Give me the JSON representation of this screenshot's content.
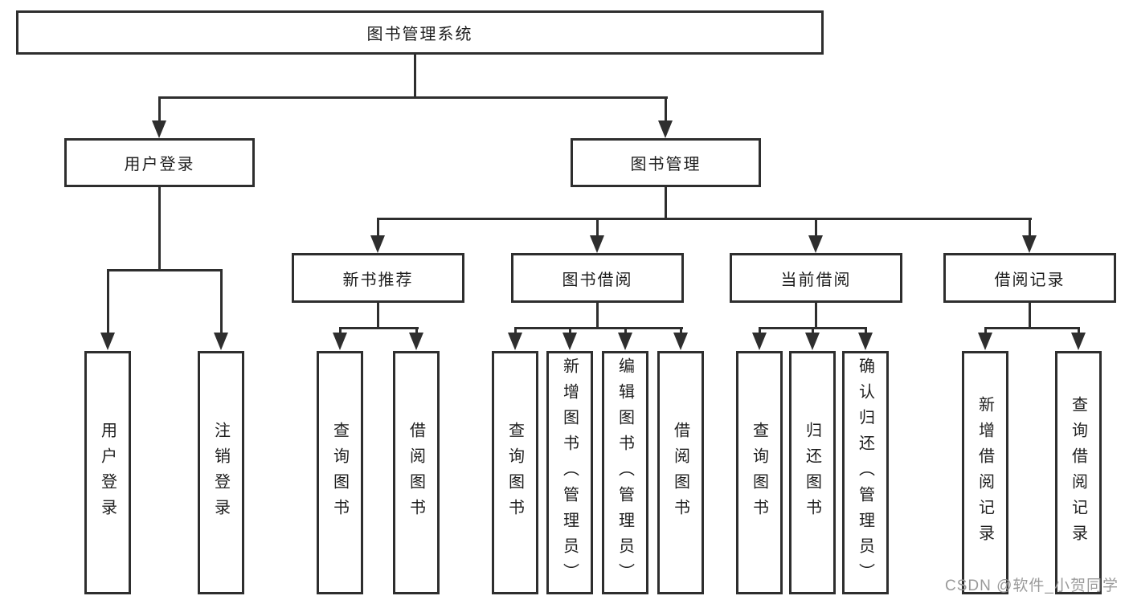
{
  "diagram": {
    "root": "图书管理系统",
    "user_login_branch": {
      "label": "用户登录",
      "children": [
        "用户登录",
        "注销登录"
      ]
    },
    "book_management_branch": {
      "label": "图书管理",
      "children": [
        {
          "label": "新书推荐",
          "children": [
            "查询图书",
            "借阅图书"
          ]
        },
        {
          "label": "图书借阅",
          "children": [
            "查询图书",
            "新增图书（管理员）",
            "编辑图书（管理员）",
            "借阅图书"
          ]
        },
        {
          "label": "当前借阅",
          "children": [
            "查询图书",
            "归还图书",
            "确认归还（管理员）"
          ]
        },
        {
          "label": "借阅记录",
          "children": [
            "新增借阅记录",
            "查询借阅记录"
          ]
        }
      ]
    }
  },
  "watermark": "CSDN @软件_小贺同学",
  "colors": {
    "line": "#2e2e2e",
    "text": "#1e1e1e",
    "watermark": "#9a9a9a",
    "background": "#ffffff"
  }
}
